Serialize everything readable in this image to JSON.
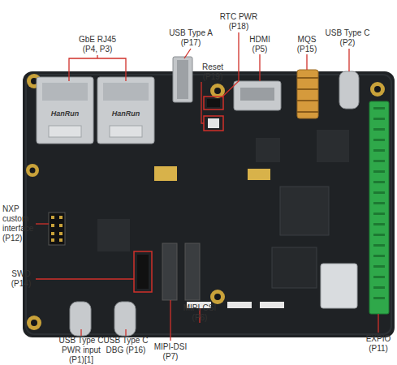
{
  "diagram": {
    "labels": [
      "GbE RJ45 (P4, P3)",
      "USB Type A (P17)",
      "RTC PWR (P18)",
      "Reset (P19)",
      "HDMI (P5)",
      "MQS (P15)",
      "USB Type C (P2)",
      "NXP custom interface (P12)",
      "SWD (P14)",
      "USB Type C PWR input (P1)[1]",
      "USB Type C DBG (P16)",
      "MIPI-DSI (P7)",
      "MIPI-CSI (P6)",
      "EXPIO (P11)",
      "HanRun",
      "HanRun"
    ]
  }
}
